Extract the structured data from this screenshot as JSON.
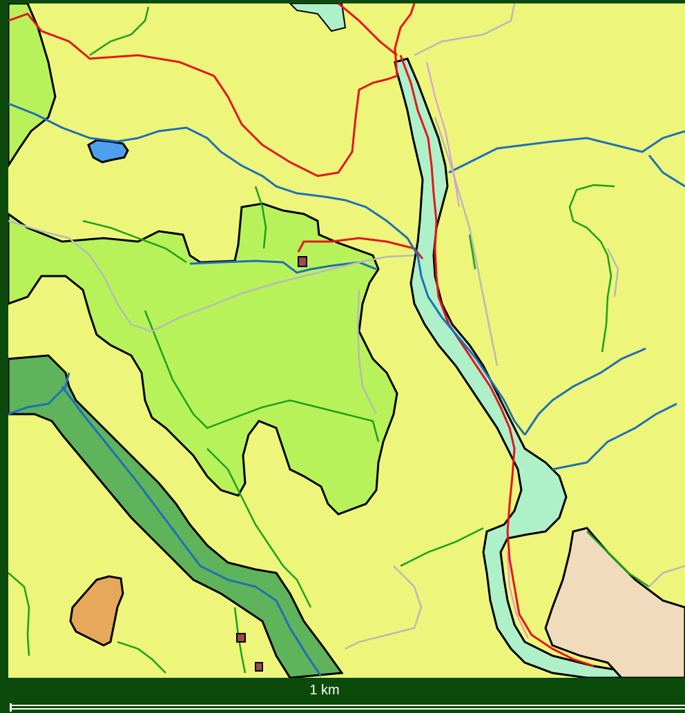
{
  "map": {
    "scale": {
      "label": "1 km"
    },
    "colors": {
      "background_land": "#edf67a",
      "grassland": "#b8f25a",
      "forest_band": "#5fb35a",
      "wetland": "#aef0c8",
      "lake": "#4ea0ee",
      "bare_area": "#f0dcbd",
      "orange_patch": "#e6a85a",
      "boundary": "#000000",
      "road": "#e6141a",
      "stream_blue": "#1e6fb8",
      "stream_green": "#1aa01a",
      "path_grey": "#b8b8b8",
      "building": "#a04a4a"
    },
    "layers": [
      "lake-feature",
      "grassland-area",
      "forest-band",
      "wetland-corridor",
      "bare-area",
      "roads",
      "streams",
      "paths",
      "buildings"
    ]
  }
}
